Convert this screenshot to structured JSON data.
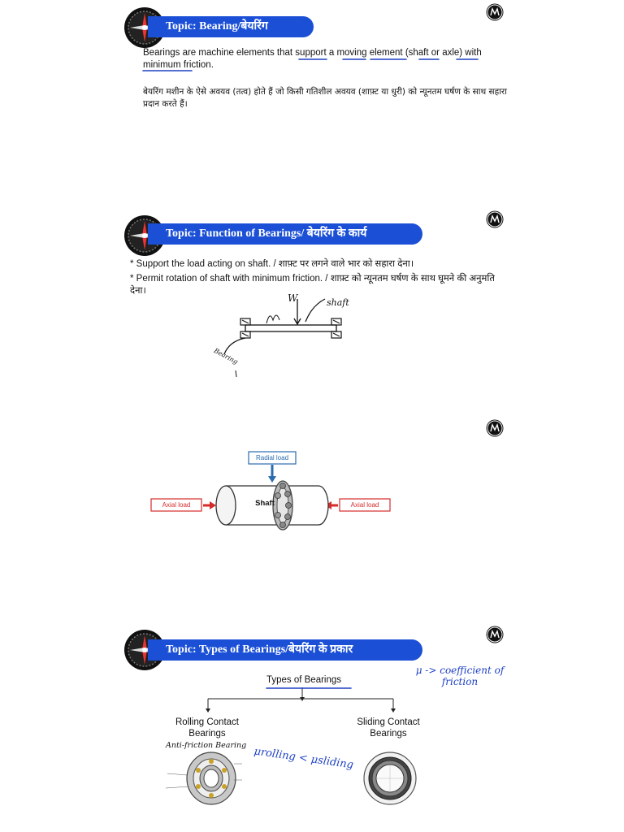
{
  "slides": [
    {
      "topic": "Topic: Bearing/बेयरिंग",
      "para_en": "Bearings are machine elements that support a moving element (shaft or axle) with minimum friction.",
      "para_hi": "बेयरिंग मशीन के ऐसे अवयव (तत्व) होते हैं जो किसी गतिशील अवयव (शाफ़्ट या धुरी) को न्यूनतम घर्षण के साथ सहारा प्रदान करते हैं।"
    },
    {
      "topic": "Topic: Function of Bearings/ बेयरिंग के कार्य",
      "bullet1": "* Support the load acting on shaft.  / शाफ़्ट पर लगने वाले भार को सहारा देना।",
      "bullet2": "* Permit rotation of shaft with minimum friction. / शाफ़्ट को न्यूनतम घर्षण के साथ घूमने की अनुमति देना।",
      "sketch": {
        "w_label": "W",
        "shaft_label": "shaft",
        "bearing_label": "Bearing"
      }
    },
    {
      "radial_load": "Radial load",
      "axial_left": "Axial load",
      "axial_right": "Axial load",
      "shaft": "Shaft"
    },
    {
      "topic": "Topic: Types of Bearings/बेयरिंग के प्रकार",
      "root": "Types of Bearings",
      "left_child": "Rolling Contact Bearings",
      "right_child": "Sliding Contact Bearings",
      "note_coeff": "μ -> coefficient of friction",
      "note_anti": "Anti-friction Bearing",
      "note_compare": "μrolling < μsliding"
    }
  ],
  "colors": {
    "topic_bar": "#1a4fd6",
    "ink": "#1d3fc4",
    "load_box_blue": "#2b6cb0",
    "load_box_red": "#d62b2b"
  }
}
